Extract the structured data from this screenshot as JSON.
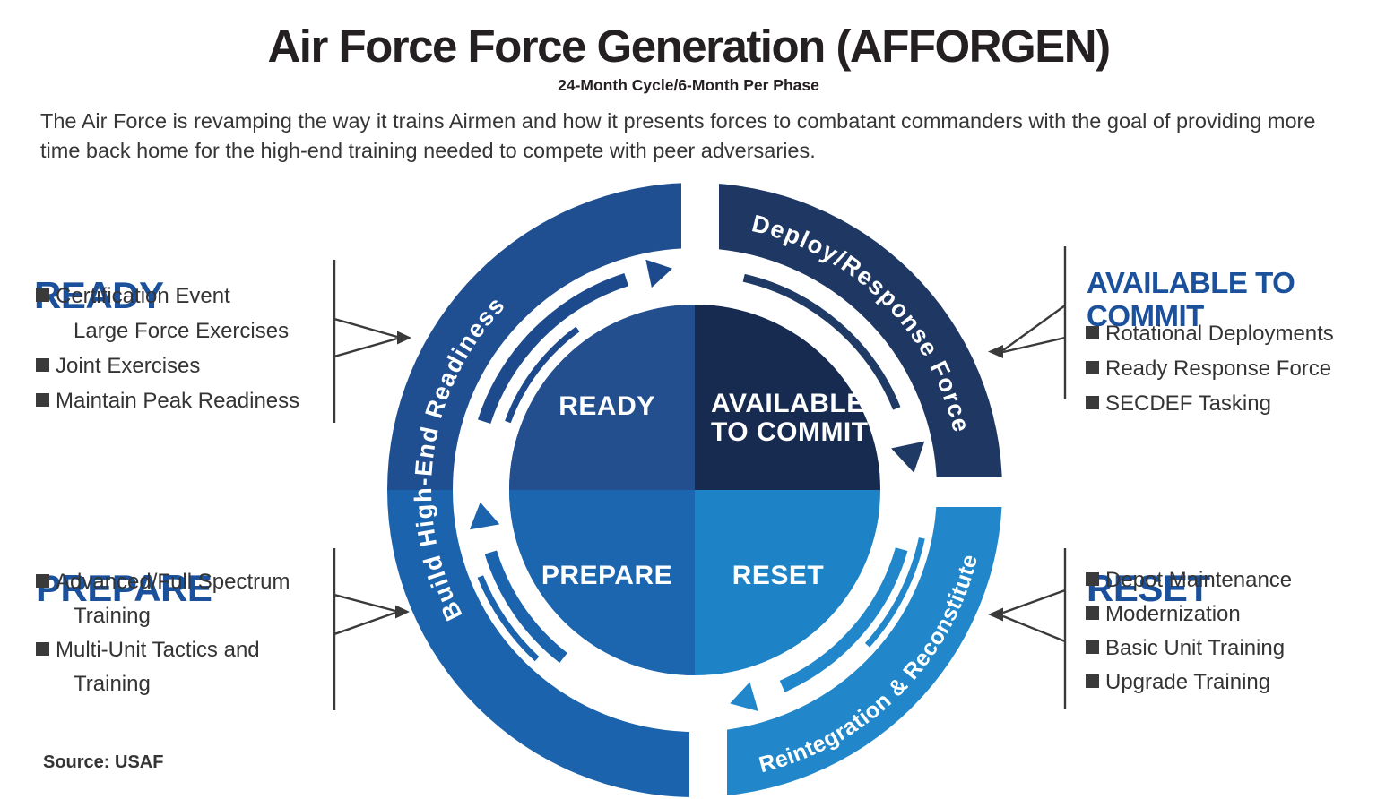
{
  "header": {
    "title": "Air Force Force Generation (AFFORGEN)",
    "subtitle": "24-Month Cycle/6-Month Per Phase",
    "description": "The Air Force is revamping the way it trains Airmen and how it presents forces to combatant commanders with the goal of providing more time back home for the high-end training needed to compete with peer adversaries."
  },
  "source_note": "Source: USAF",
  "panels": {
    "ready": {
      "heading": "READY",
      "lines": [
        {
          "text": "Certification Event"
        },
        {
          "text": "Large Force Exercises"
        },
        {
          "text": "Joint Exercises"
        },
        {
          "text": "Maintain Peak Readiness"
        }
      ]
    },
    "available": {
      "heading": "AVAILABLE TO COMMIT",
      "lines": [
        {
          "text": "Rotational Deployments"
        },
        {
          "text": "Ready Response Force"
        },
        {
          "text": "SECDEF Tasking"
        }
      ]
    },
    "prepare": {
      "heading": "PREPARE",
      "lines": [
        {
          "text": "Advanced/Full Spectrum"
        },
        {
          "text": "Training"
        },
        {
          "text": "Multi-Unit Tactics and"
        },
        {
          "text": "Training"
        }
      ]
    },
    "reset": {
      "heading": "RESET",
      "lines": [
        {
          "text": "Depot Maintenance"
        },
        {
          "text": "Modernization"
        },
        {
          "text": "Basic Unit Training"
        },
        {
          "text": "Upgrade Training"
        }
      ]
    }
  },
  "cycle": {
    "quadrants": {
      "ready": {
        "label": "READY"
      },
      "available": {
        "label": "AVAILABLE TO COMMIT",
        "label_lines": [
          "AVAILABLE",
          "TO COMMIT"
        ]
      },
      "prepare": {
        "label": "PREPARE"
      },
      "reset": {
        "label": "RESET"
      }
    },
    "ring_labels": {
      "top_right": "Deploy/Response Force",
      "left": "Build High-End Readiness",
      "bottom_right": "Reintegration & Reconstitute"
    }
  },
  "colors": {
    "heading_blue": "#1b519c",
    "ring_top_left": "#1f4e91",
    "ring_top_right": "#1e3763",
    "ring_bottom_right": "#2187ca",
    "ring_bottom_left": "#1b63ad",
    "quad_ready": "#234f8f",
    "quad_available": "#172a4f",
    "quad_prepare": "#1c65af",
    "quad_reset": "#1d83c6",
    "arrow_top_left": "#1d4a8c",
    "arrow_top_right": "#203a66",
    "arrow_bottom_right": "#2187ca",
    "arrow_bottom_left": "#1b63ad",
    "white": "#ffffff"
  }
}
